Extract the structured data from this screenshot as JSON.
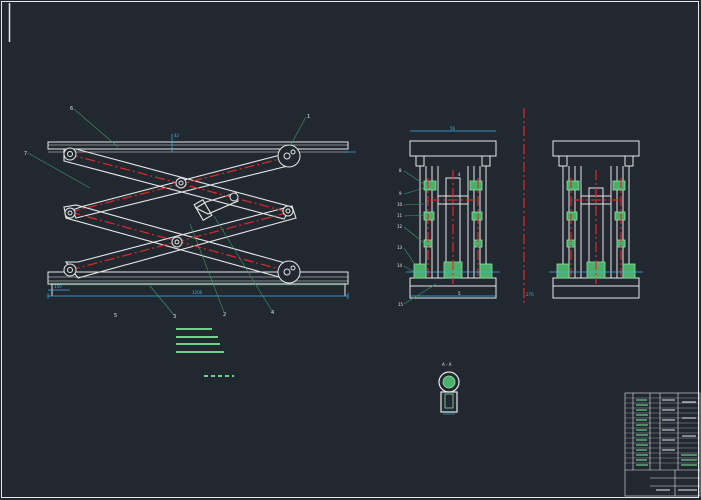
{
  "drawing": {
    "colors": {
      "background": "#212830",
      "outline": "#e8e8e8",
      "centerline": "#e02828",
      "leader": "#3f9a6a",
      "dimension": "#38b6e8",
      "hatch": "#6fd08a"
    },
    "front_view": {
      "callouts": [
        "6",
        "1",
        "7",
        "2",
        "3",
        "4",
        "5"
      ],
      "dims": [
        "42",
        "150",
        "1200"
      ]
    },
    "side_view": {
      "callouts": [
        "8",
        "9",
        "10",
        "11",
        "12",
        "13",
        "14",
        "15"
      ],
      "dims": [
        "56",
        "270",
        "4",
        "5"
      ]
    },
    "section": {
      "label": "A - A"
    },
    "notes": {
      "count": 4
    }
  }
}
